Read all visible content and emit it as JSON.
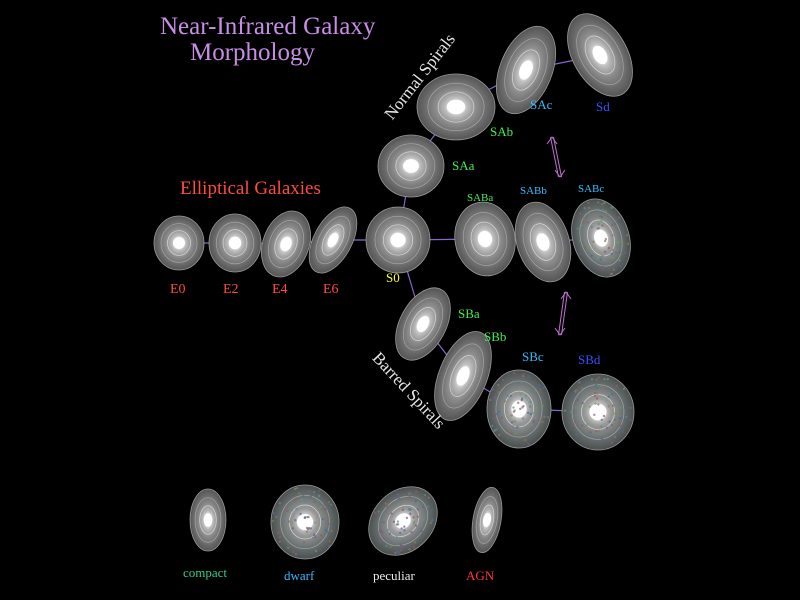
{
  "title": {
    "line1": "Near-Infrared Galaxy",
    "line2": "Morphology"
  },
  "groups": {
    "elliptical": "Elliptical Galaxies",
    "normal_spirals": "Normal Spirals",
    "barred_spirals": "Barred Spirals"
  },
  "ellipticals": [
    "E0",
    "E2",
    "E4",
    "E6"
  ],
  "lenticular": "S0",
  "normal_spiral_types": [
    "SAa",
    "SAb",
    "SAc",
    "Sd"
  ],
  "intermediate_types": [
    "SABa",
    "SABb",
    "SABc"
  ],
  "barred_types": [
    "SBa",
    "SBb",
    "SBc",
    "SBd"
  ],
  "other_types": [
    "compact",
    "dwarf",
    "peculiar",
    "AGN"
  ],
  "colors": {
    "background": "#000000",
    "title": "#c78ee6",
    "elliptical": "#ff4b3e",
    "yellow": "#ffff33",
    "green": "#44ee55",
    "cyan": "#33bbff",
    "blue": "#3355ff",
    "connector": "#8866cc",
    "arrow": "#c070d0",
    "galaxy_halo": "#5a5a5a",
    "galaxy_core": "#ffffff"
  }
}
